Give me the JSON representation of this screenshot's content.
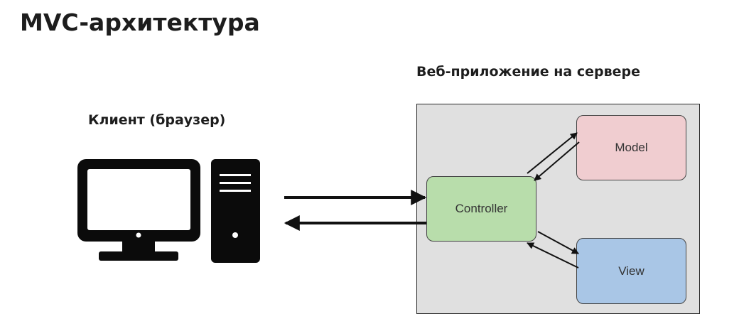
{
  "title": "MVC-архитектура",
  "client": {
    "label": "Клиент (браузер)"
  },
  "server": {
    "label": "Веб-приложение на сервере",
    "components": {
      "controller": "Controller",
      "model": "Model",
      "view": "View"
    }
  },
  "colors": {
    "panel": "#e0e0e0",
    "controller": "#b8ddab",
    "model": "#f0cdd0",
    "view": "#a9c6e6",
    "ink": "#111111"
  },
  "icons": [
    "monitor-icon",
    "system-unit-icon"
  ]
}
